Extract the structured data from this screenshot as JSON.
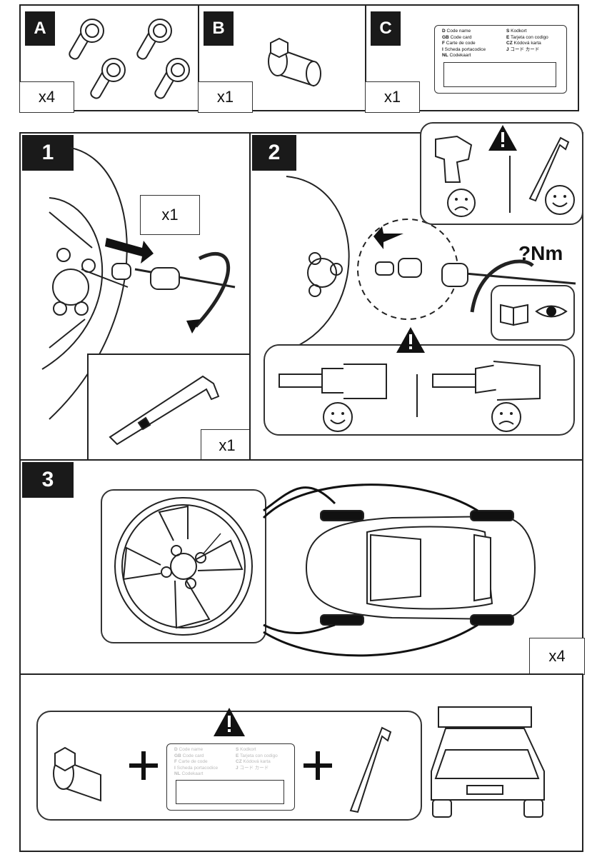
{
  "parts": [
    {
      "letter": "A",
      "qty": "x4",
      "item": "locking-bolts"
    },
    {
      "letter": "B",
      "qty": "x1",
      "item": "key-socket"
    },
    {
      "letter": "C",
      "qty": "x1",
      "item": "code-card"
    }
  ],
  "code_card": {
    "left": [
      {
        "code": "D",
        "text": "Code name"
      },
      {
        "code": "GB",
        "text": "Code card"
      },
      {
        "code": "F",
        "text": "Carte de code"
      },
      {
        "code": "I",
        "text": "Scheda portacodice"
      },
      {
        "code": "NL",
        "text": "Codekaart"
      }
    ],
    "right": [
      {
        "code": "S",
        "text": "Kodkort"
      },
      {
        "code": "E",
        "text": "Tarjeta con codigo"
      },
      {
        "code": "CZ",
        "text": "Kódová karta"
      },
      {
        "code": "J",
        "text": "コード カード"
      }
    ]
  },
  "steps": [
    {
      "number": "1",
      "qty_main": "x1",
      "qty_tool": "x1"
    },
    {
      "number": "2",
      "torque": "?Nm"
    },
    {
      "number": "3",
      "qty": "x4"
    }
  ],
  "icons": [
    "warning-icon",
    "happy-face-icon",
    "sad-face-icon",
    "impact-wrench-icon",
    "l-wrench-icon",
    "manual-book-icon",
    "eye-icon",
    "plus-icon"
  ],
  "colors": {
    "ink": "#1a1a1a",
    "paper": "#ffffff"
  }
}
